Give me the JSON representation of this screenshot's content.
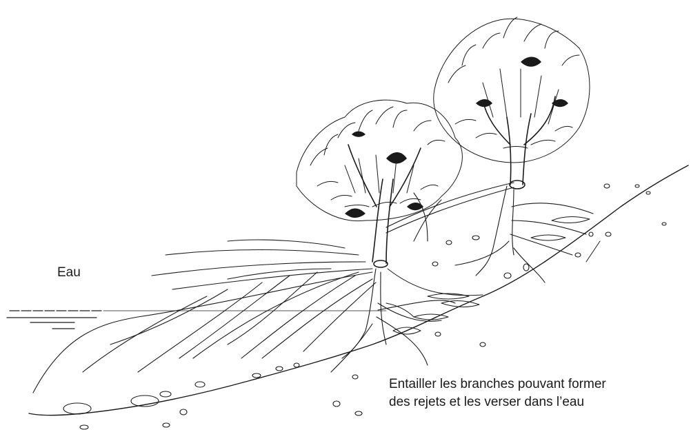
{
  "labels": {
    "water": "Eau",
    "caption_line1": "Entailler les branches pouvant former",
    "caption_line2": "des rejets et les verser dans l’eau"
  },
  "colors": {
    "ink": "#1a1a1a",
    "background": "#ffffff"
  }
}
